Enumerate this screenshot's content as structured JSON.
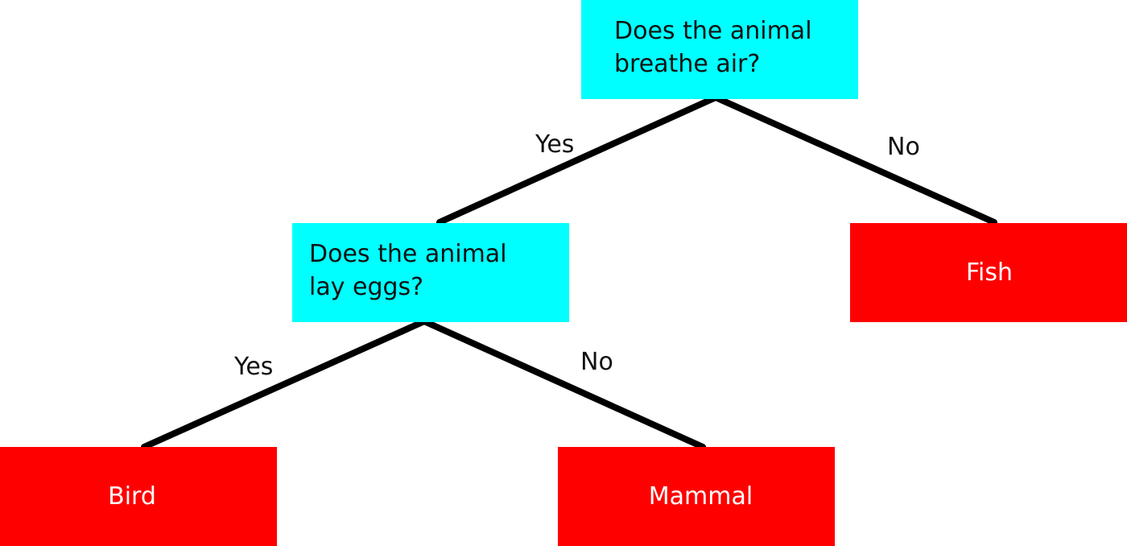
{
  "colors": {
    "question_fill": "#00ffff",
    "leaf_fill": "#ff0000",
    "edge_stroke": "#000000"
  },
  "nodes": {
    "q_breathe": {
      "text": "Does the animal\nbreathe air?",
      "kind": "question"
    },
    "q_eggs": {
      "text": "Does the animal\nlay eggs?",
      "kind": "question"
    },
    "leaf_fish": {
      "text": "Fish",
      "kind": "leaf"
    },
    "leaf_bird": {
      "text": "Bird",
      "kind": "leaf"
    },
    "leaf_mammal": {
      "text": "Mammal",
      "kind": "leaf"
    }
  },
  "edges": [
    {
      "from": "q_breathe",
      "to": "q_eggs",
      "label": "Yes"
    },
    {
      "from": "q_breathe",
      "to": "leaf_fish",
      "label": "No"
    },
    {
      "from": "q_eggs",
      "to": "leaf_bird",
      "label": "Yes"
    },
    {
      "from": "q_eggs",
      "to": "leaf_mammal",
      "label": "No"
    }
  ]
}
